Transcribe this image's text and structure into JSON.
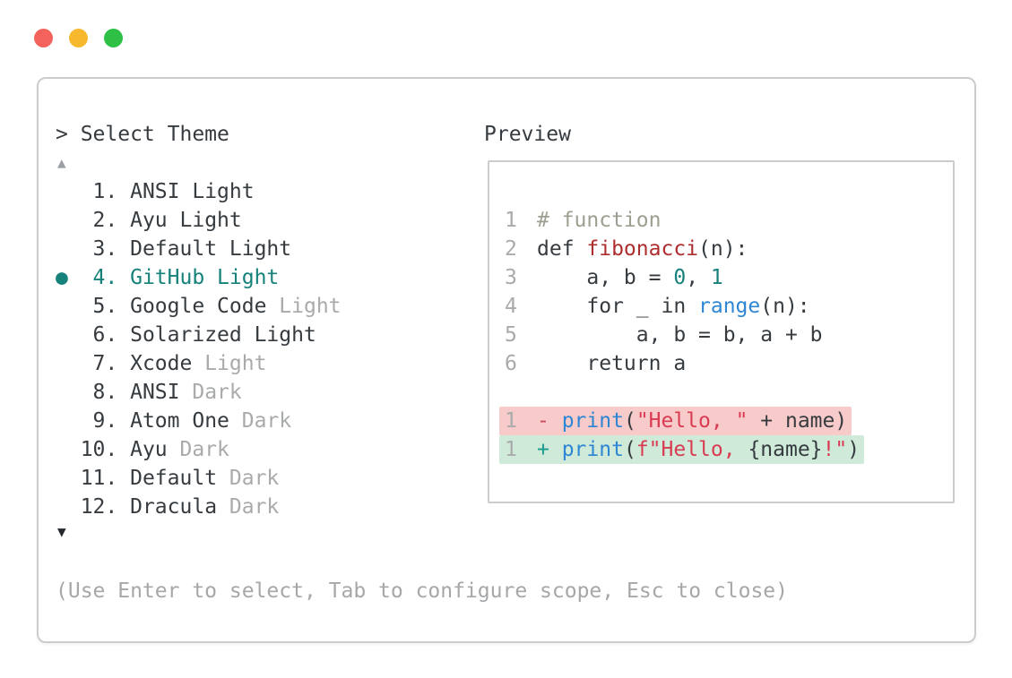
{
  "colors": {
    "light_red": "#f4625c",
    "light_yellow": "#f6b92e",
    "light_green": "#2ec045",
    "border": "#cccccc",
    "text": "#363b40",
    "dim": "#a8aaac",
    "hint": "#a5a7a9",
    "accent": "#16817a",
    "arrow_up": "#9b9fa3",
    "arrow_down": "#24282c",
    "line_number": "#a8aaac",
    "comment": "#9d9f90",
    "func": "#ae2d2e",
    "number": "#16817a",
    "builtin": "#2f86d2",
    "string": "#d93b52",
    "removed_sign": "#d1455b",
    "added_sign": "#189a8e",
    "removed_bg": "#f8cbcb",
    "added_bg": "#cfead9"
  },
  "traffic_lights": [
    {
      "name": "close",
      "color": "#f4625c"
    },
    {
      "name": "minimize",
      "color": "#f6b92e"
    },
    {
      "name": "zoom",
      "color": "#2ec045"
    }
  ],
  "theme_selector": {
    "prompt": "> Select Theme",
    "up_arrow": "▲",
    "down_arrow": "▼",
    "bullet": "●",
    "hint": "(Use Enter to select, Tab to configure scope, Esc to close)",
    "items": [
      {
        "number": 1,
        "name": "ANSI Light",
        "dim_suffix": "",
        "selected": false
      },
      {
        "number": 2,
        "name": "Ayu Light",
        "dim_suffix": "",
        "selected": false
      },
      {
        "number": 3,
        "name": "Default Light",
        "dim_suffix": "",
        "selected": false
      },
      {
        "number": 4,
        "name": "GitHub Light",
        "dim_suffix": "",
        "selected": true
      },
      {
        "number": 5,
        "name": "Google Code",
        "dim_suffix": "Light",
        "selected": false
      },
      {
        "number": 6,
        "name": "Solarized Light",
        "dim_suffix": "",
        "selected": false
      },
      {
        "number": 7,
        "name": "Xcode",
        "dim_suffix": "Light",
        "selected": false
      },
      {
        "number": 8,
        "name": "ANSI",
        "dim_suffix": "Dark",
        "selected": false
      },
      {
        "number": 9,
        "name": "Atom One",
        "dim_suffix": "Dark",
        "selected": false
      },
      {
        "number": 10,
        "name": "Ayu",
        "dim_suffix": "Dark",
        "selected": false
      },
      {
        "number": 11,
        "name": "Default",
        "dim_suffix": "Dark",
        "selected": false
      },
      {
        "number": 12,
        "name": "Dracula",
        "dim_suffix": "Dark",
        "selected": false
      }
    ]
  },
  "preview": {
    "label": "Preview",
    "code_lines": [
      {
        "num": "1",
        "tokens": [
          {
            "t": "# function",
            "c": "comment"
          }
        ]
      },
      {
        "num": "2",
        "tokens": [
          {
            "t": "def ",
            "c": "text"
          },
          {
            "t": "fibonacci",
            "c": "func"
          },
          {
            "t": "(n):",
            "c": "text"
          }
        ]
      },
      {
        "num": "3",
        "tokens": [
          {
            "t": "    a, b = ",
            "c": "text"
          },
          {
            "t": "0",
            "c": "number"
          },
          {
            "t": ", ",
            "c": "text"
          },
          {
            "t": "1",
            "c": "number"
          }
        ]
      },
      {
        "num": "4",
        "tokens": [
          {
            "t": "    for _ in ",
            "c": "text"
          },
          {
            "t": "range",
            "c": "builtin"
          },
          {
            "t": "(n):",
            "c": "text"
          }
        ]
      },
      {
        "num": "5",
        "tokens": [
          {
            "t": "        a, b = b, a + b",
            "c": "text"
          }
        ]
      },
      {
        "num": "6",
        "tokens": [
          {
            "t": "    return a",
            "c": "text"
          }
        ]
      },
      {
        "num": "",
        "tokens": []
      },
      {
        "num": "1",
        "diff": "removed",
        "tokens": [
          {
            "t": "- ",
            "c": "removed-sign"
          },
          {
            "t": "print",
            "c": "builtin"
          },
          {
            "t": "(",
            "c": "text"
          },
          {
            "t": "\"Hello, \"",
            "c": "string"
          },
          {
            "t": " + name)",
            "c": "text"
          }
        ]
      },
      {
        "num": "1",
        "diff": "added",
        "tokens": [
          {
            "t": "+ ",
            "c": "added-sign"
          },
          {
            "t": "print",
            "c": "builtin"
          },
          {
            "t": "(",
            "c": "text"
          },
          {
            "t": "f\"Hello, ",
            "c": "string"
          },
          {
            "t": "{name}",
            "c": "text"
          },
          {
            "t": "!\"",
            "c": "string"
          },
          {
            "t": ")",
            "c": "text"
          }
        ]
      }
    ]
  }
}
